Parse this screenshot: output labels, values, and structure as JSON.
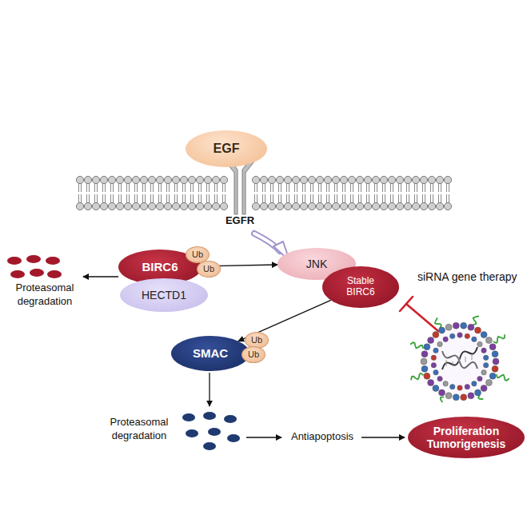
{
  "diagram": {
    "nodes": [
      {
        "text": [
          "EGF"
        ]
      },
      {
        "text": [
          "BIRC6"
        ]
      },
      {
        "text": [
          "Ub"
        ]
      },
      {
        "text": [
          "Ub"
        ]
      },
      {
        "text": [
          "HECTD1"
        ]
      },
      {
        "text": [
          "JNK"
        ]
      },
      {
        "text": [
          "Stable BIRC6"
        ]
      },
      {
        "text": [
          "SMAC"
        ]
      },
      {
        "text": [
          "Ub"
        ]
      },
      {
        "text": [
          "Ub"
        ]
      },
      {
        "text": [
          "Proliferation Tumorigenesis"
        ]
      }
    ],
    "edges": [
      {
        "from": 1,
        "to": 5,
        "arrow": "to"
      },
      {
        "from": 6,
        "to": 7,
        "arrow": "to"
      }
    ],
    "labels": [
      "EGFR",
      "Proteasomal degradation",
      "siRNA gene therapy",
      "Proteasomal degradation",
      "Antiapoptosis"
    ]
  }
}
